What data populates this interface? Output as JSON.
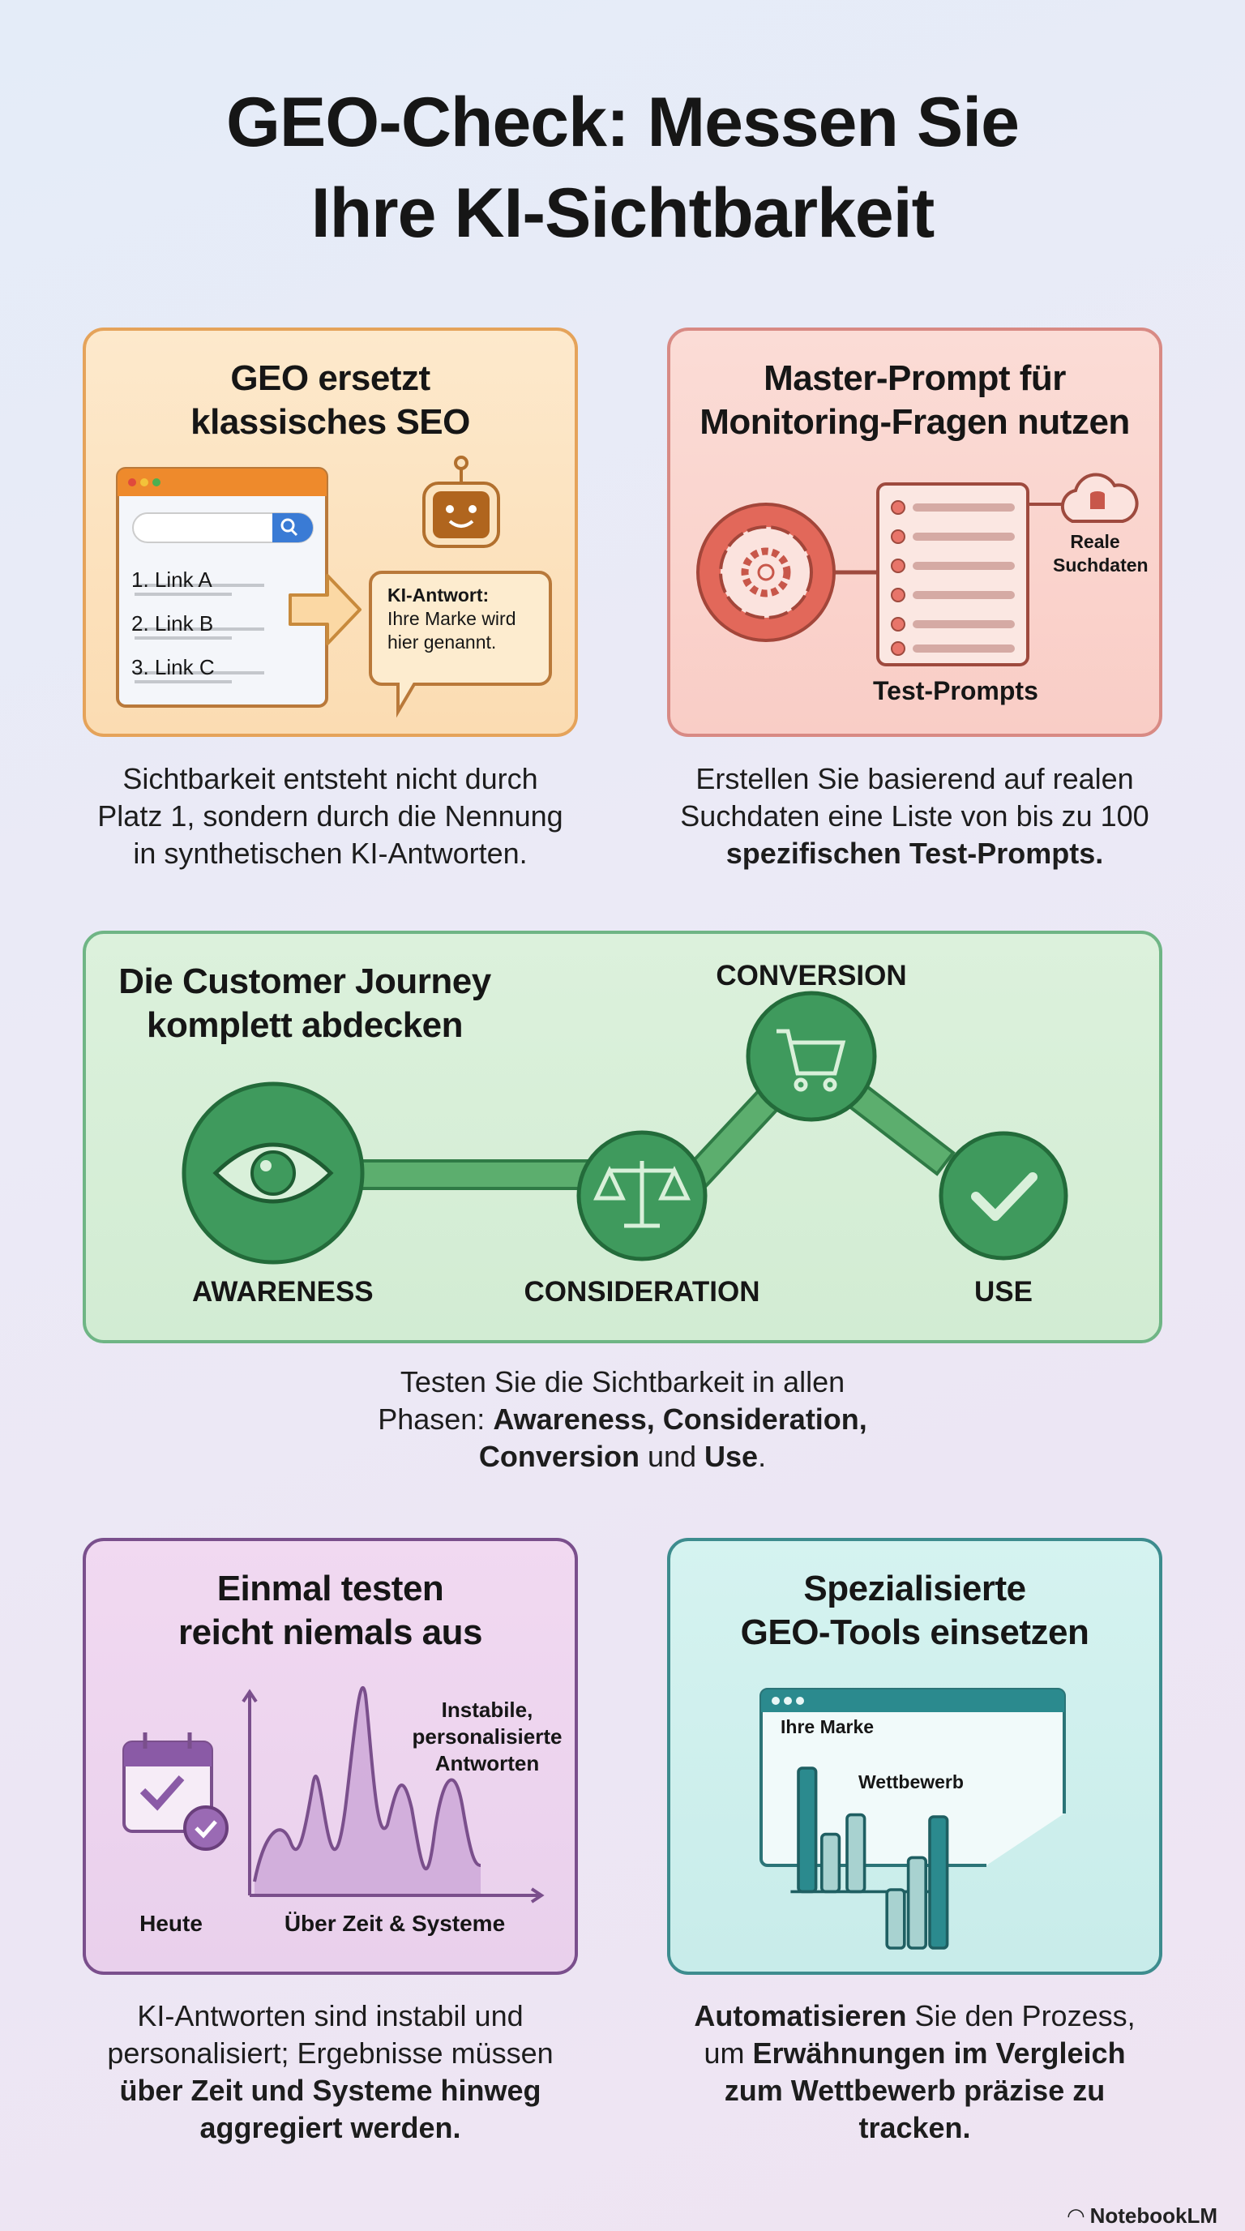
{
  "title": {
    "line1": "GEO-Check: Messen Sie",
    "line2": "Ihre KI-Sichtbarkeit"
  },
  "colors": {
    "orange": "#e8892a",
    "red": "#d9695a",
    "green": "#3f9a5d",
    "purple": "#8a5aa6",
    "teal": "#2b8a8e"
  },
  "card1": {
    "title1": "GEO ersetzt",
    "title2": "klassisches SEO",
    "links": [
      "1. Link A",
      "2. Link B",
      "3. Link C"
    ],
    "bubble_head": "KI-Antwort:",
    "bubble_line1": "Ihre Marke wird",
    "bubble_line2": "hier genannt.",
    "icons": [
      "browser-window",
      "search-icon",
      "arrow-right-icon",
      "robot-icon",
      "speech-bubble"
    ],
    "caption": [
      "Sichtbarkeit entsteht nicht durch",
      "Platz 1, sondern durch die Nennung",
      "in synthetischen KI-Antworten."
    ]
  },
  "card2": {
    "title1": "Master-Prompt für",
    "title2": "Monitoring-Fragen nutzen",
    "cloud_label1": "Reale",
    "cloud_label2": "Suchdaten",
    "list_label": "Test-Prompts",
    "icons": [
      "brain-gear-icon",
      "list-document-icon",
      "cloud-database-icon"
    ],
    "caption_line1": "Erstellen Sie basierend auf realen",
    "caption_line2": "Suchdaten eine Liste von bis zu 100",
    "caption_bold": "spezifischen Test-Prompts."
  },
  "card3": {
    "title1": "Die Customer Journey",
    "title2": "komplett abdecken",
    "stages": [
      "AWARENESS",
      "CONSIDERATION",
      "CONVERSION",
      "USE"
    ],
    "icons": [
      "eye-icon",
      "scale-icon",
      "cart-icon",
      "check-icon"
    ],
    "caption": {
      "t1": "Testen Sie die Sichtbarkeit in allen",
      "t2": "Phasen: ",
      "b1": "Awareness, Consideration,",
      "b2": "Conversion",
      "t3": " und ",
      "b3": "Use",
      "t4": "."
    }
  },
  "card4": {
    "title1": "Einmal testen",
    "title2": "reicht niemals aus",
    "note1": "Instabile,",
    "note2": "personalisierte",
    "note3": "Antworten",
    "label_left": "Heute",
    "label_axis": "Über Zeit & Systeme",
    "icons": [
      "calendar-check-icon",
      "wave-chart"
    ],
    "caption": {
      "t1": "KI-Antworten sind instabil und",
      "t2": "personalisiert; Ergebnisse müssen",
      "b1": "über Zeit und Systeme hinweg",
      "b2": "aggregiert werden."
    }
  },
  "card5": {
    "title1": "Spezialisierte",
    "title2": "GEO-Tools einsetzen",
    "label_brand": "Ihre Marke",
    "label_comp": "Wettbewerb",
    "icons": [
      "dashboard-window",
      "bar-chart"
    ],
    "caption": {
      "b1": "Automatisieren",
      "t1": " Sie den Prozess,",
      "t2": "um ",
      "b2": "Erwähnungen im Vergleich",
      "b3": "zum Wettbewerb präzise zu",
      "b4": "tracken."
    }
  },
  "brand": "NotebookLM"
}
